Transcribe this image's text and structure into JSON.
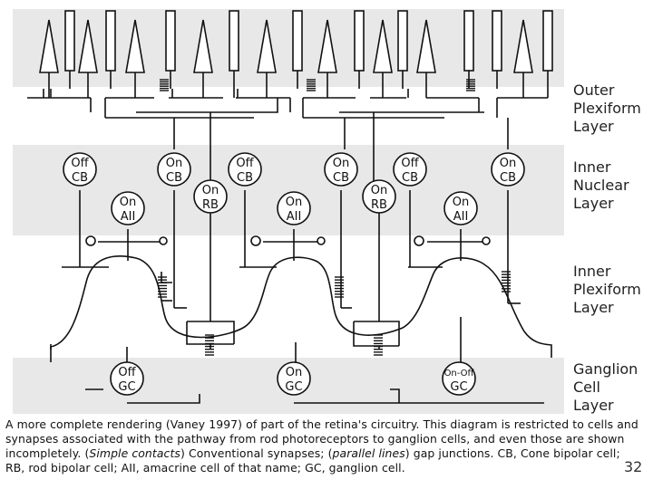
{
  "colors": {
    "band": "#e8e8e8",
    "stroke": "#111111",
    "background": "#ffffff"
  },
  "layers": [
    {
      "key": "opl",
      "label": "Outer\nPlexiform\nLayer"
    },
    {
      "key": "inl",
      "label": "Inner\nNuclear\nLayer"
    },
    {
      "key": "ipl",
      "label": "Inner\nPlexiform\nLayer"
    },
    {
      "key": "gcl",
      "label": "Ganglion\nCell\nLayer"
    }
  ],
  "cells": [
    {
      "type": "Off",
      "sub": "CB"
    },
    {
      "type": "On",
      "sub": "CB"
    },
    {
      "type": "On",
      "sub": "RB"
    },
    {
      "type": "Off",
      "sub": "CB"
    },
    {
      "type": "On",
      "sub": "AII"
    },
    {
      "type": "On",
      "sub": "AII"
    },
    {
      "type": "On",
      "sub": "CB"
    },
    {
      "type": "On",
      "sub": "RB"
    },
    {
      "type": "Off",
      "sub": "CB"
    },
    {
      "type": "On",
      "sub": "AII"
    },
    {
      "type": "On",
      "sub": "CB"
    },
    {
      "type": "Off",
      "sub": "GC"
    },
    {
      "type": "On",
      "sub": "GC"
    },
    {
      "type": "On-Off",
      "sub": "GC"
    }
  ],
  "caption": {
    "p1": "A more complete rendering (Vaney 1997) of part of the retina's circuitry. This diagram is restricted to cells and synapses associated with the pathway from rod photoreceptors to ganglion cells, and even those are shown incompletely. (",
    "em1": "Simple contacts",
    "p2": ") Conventional synapses; (",
    "em2": "parallel lines",
    "p3": ") gap junctions. CB, Cone bipolar cell; RB, rod bipolar cell; AII, amacrine cell of that name; GC, ganglion cell."
  },
  "slide_number": "32"
}
